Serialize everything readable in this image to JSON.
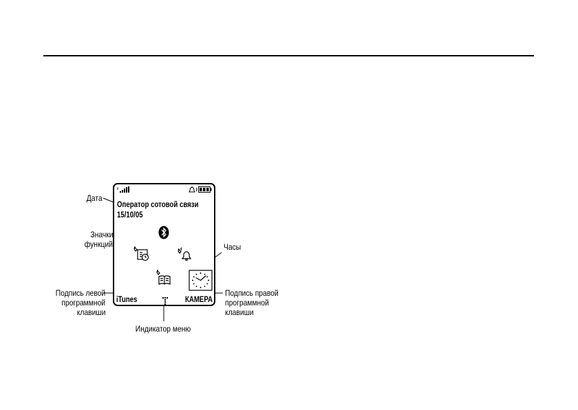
{
  "screen": {
    "carrier": "Оператор сотовой связи",
    "date": "15/10/05",
    "left_soft_key": "iTunes",
    "right_soft_key": "КАМЕРА"
  },
  "callouts": {
    "date": "Дата",
    "feature_icons_line1": "Значки",
    "feature_icons_line2": "функций",
    "clock": "Часы",
    "left_soft_line1": "Подпись левой",
    "left_soft_line2": "программной",
    "left_soft_line3": "клавиши",
    "right_soft_line1": "Подпись правой",
    "right_soft_line2": "программной",
    "right_soft_line3": "клавиши",
    "menu_indicator": "Индикатор меню"
  },
  "icons": {
    "status_left": "signal-strength-icon",
    "status_right": [
      "ringer-icon",
      "battery-icon"
    ],
    "features": [
      "bluetooth-icon",
      "recent-calls-icon",
      "alarm-icon",
      "phonebook-icon",
      "clock-icon"
    ]
  }
}
